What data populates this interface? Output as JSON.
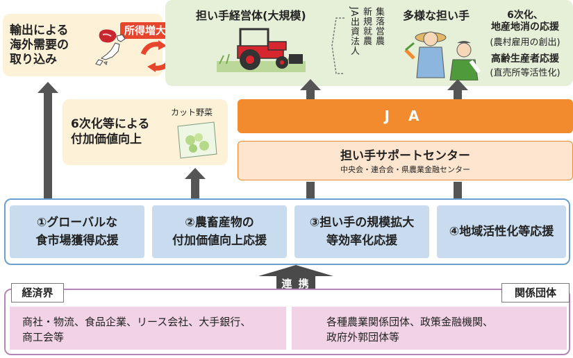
{
  "export": {
    "title_line1": "輸出による",
    "title_line2": "海外需要の",
    "title_line3": "取り込み",
    "badge": "所得増大"
  },
  "farm": {
    "title": "担い手経営体(大規模)",
    "types": [
      "集落営農",
      "新規就農",
      "JA出資法人"
    ]
  },
  "diverse": {
    "title": "多様な担い手",
    "sixth_line1": "6次化、",
    "sixth_line2": "地産地消の応援",
    "sixth_sub": "(農村雇用の創出)",
    "elderly": "高齢生産者応援",
    "elderly_sub": "(直売所等活性化)"
  },
  "value_add": {
    "line1": "6次化等による",
    "line2": "付加価値向上",
    "item_label": "カット野菜"
  },
  "ja": {
    "label": "J A"
  },
  "support": {
    "title": "担い手サポートセンター",
    "subtitle": "中央会・連合会・県農業金融センター"
  },
  "initiatives": [
    {
      "line1": "①グローバルな",
      "line2": "食市場獲得応援"
    },
    {
      "line1": "②農畜産物の",
      "line2": "付加価値向上応援"
    },
    {
      "line1": "③担い手の規模拡大",
      "line2": "等効率化応援"
    },
    {
      "line1": "④地域活性化等応援",
      "line2": ""
    }
  ],
  "cooperation": "連 携",
  "business": {
    "label": "経済界",
    "line1": "商社・物流、食品企業、リース会社、大手銀行、",
    "line2": "商工会等"
  },
  "related": {
    "label": "関係団体",
    "line1": "各種農業関係団体、政策金融機関、",
    "line2": "政府外郭団体等"
  },
  "colors": {
    "orange": "#f28a2e",
    "light_orange": "#fde5cf",
    "cream": "#fdf1d8",
    "light_green": "#e6f0d8",
    "light_blue": "#c9dcef",
    "blue_border": "#6a9fd1",
    "pink": "#f2d3e6",
    "purple_border": "#b583b8",
    "gray_arrow": "#555555",
    "red_badge": "#e8452d"
  }
}
